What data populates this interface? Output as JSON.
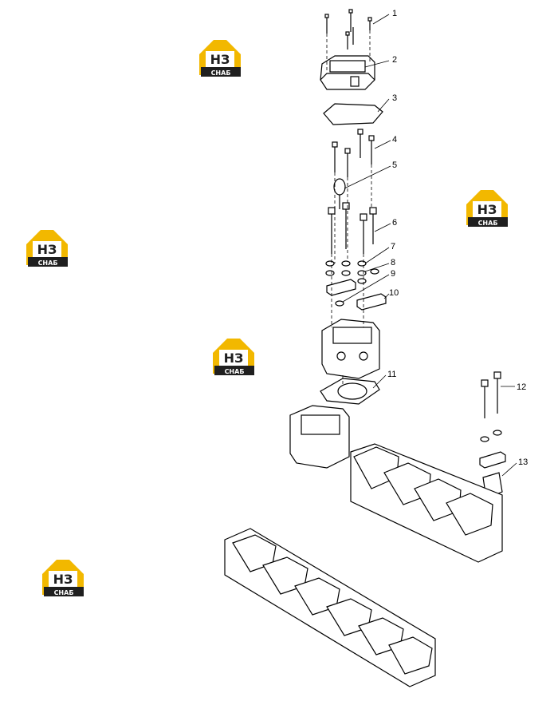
{
  "logo": {
    "brand_letters": "НЗ",
    "brand_sub": "СНАБ",
    "accent": "#f2b800",
    "dark": "#1f1f1f"
  },
  "callouts": [
    "1",
    "2",
    "3",
    "4",
    "5",
    "6",
    "7",
    "8",
    "9",
    "10",
    "11",
    "12",
    "13"
  ],
  "colors": {
    "line": "#000000",
    "background": "#ffffff"
  }
}
